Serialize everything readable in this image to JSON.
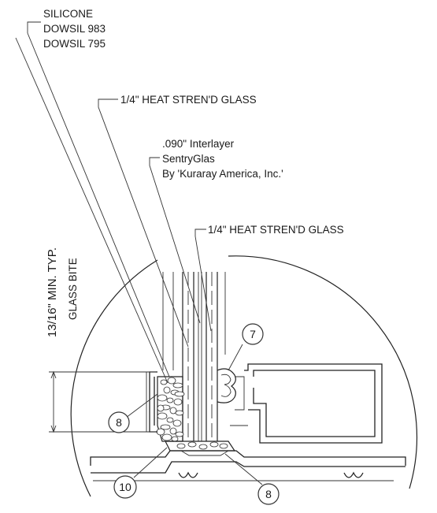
{
  "callouts": {
    "silicone": [
      "SILICONE",
      "DOWSIL 983",
      "DOWSIL 795"
    ],
    "glass_outer": "1/4\" HEAT STREN'D GLASS",
    "interlayer": [
      ".090\" Interlayer",
      "SentryGlas",
      "By 'Kuraray America, Inc.'"
    ],
    "glass_inner": "1/4\" HEAT STREN'D GLASS"
  },
  "dimension": {
    "value": "13/16\" MIN. TYP.",
    "label": "GLASS BITE"
  },
  "tags": {
    "tag_7": "7",
    "tag_8_left": "8",
    "tag_8_bottom": "8",
    "tag_10": "10"
  }
}
